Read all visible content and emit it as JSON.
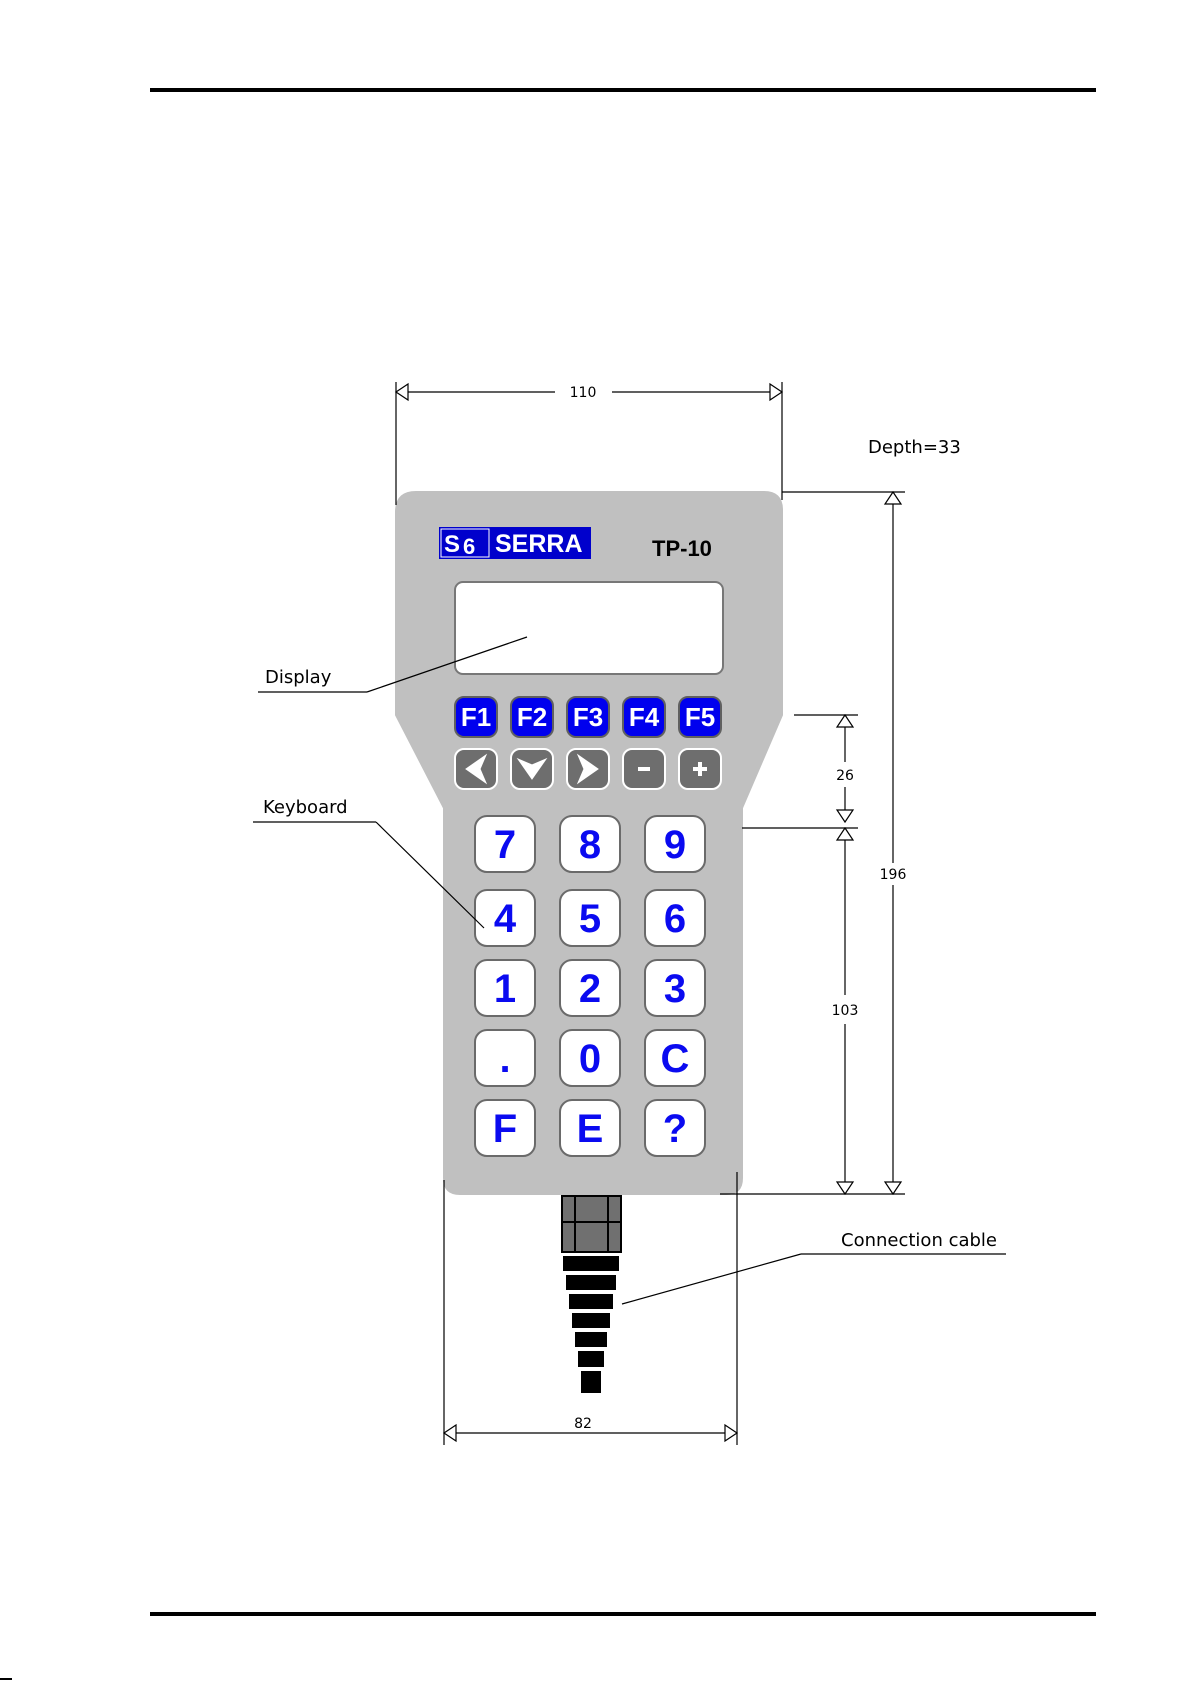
{
  "device": {
    "brand": "SERRA",
    "model": "TP-10"
  },
  "dimensions": {
    "width_top": "110",
    "width_bottom": "82",
    "height_total": "196",
    "height_fkeys": "26",
    "height_keypad": "103",
    "depth": "Depth=33"
  },
  "callouts": {
    "display": "Display",
    "keyboard": "Keyboard",
    "cable": "Connection cable"
  },
  "function_keys": [
    "F1",
    "F2",
    "F3",
    "F4",
    "F5"
  ],
  "nav_keys": [
    {
      "name": "left-arrow-icon"
    },
    {
      "name": "down-arrow-icon"
    },
    {
      "name": "right-arrow-icon"
    },
    {
      "name": "minus-icon",
      "label": "-"
    },
    {
      "name": "plus-icon",
      "label": "+"
    }
  ],
  "keypad": [
    [
      "7",
      "8",
      "9"
    ],
    [
      "4",
      "5",
      "6"
    ],
    [
      "1",
      "2",
      "3"
    ],
    [
      ".",
      "0",
      "C"
    ],
    [
      "F",
      "E",
      "?"
    ]
  ],
  "colors": {
    "body": "#c0c0c0",
    "function_key": "#0000ee",
    "key_text": "#0a0af0",
    "nav_key": "#6e6e6e",
    "brand_box": "#0000cc"
  }
}
